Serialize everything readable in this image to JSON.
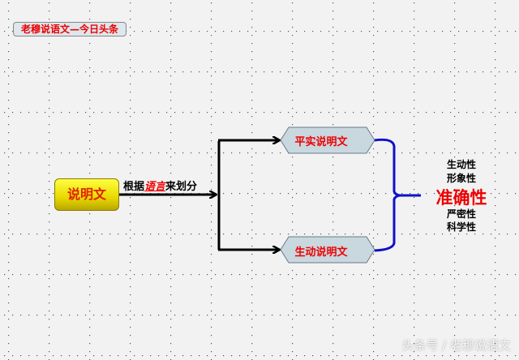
{
  "title": "老穆说语文—今日头条",
  "root": "说明文",
  "edge": {
    "prefix": "根据",
    "emph": "语言",
    "suffix": "来划分"
  },
  "children": [
    "平实说明文",
    "生动说明文"
  ],
  "features_top": [
    "生动性",
    "形象性"
  ],
  "feature_main": "准确性",
  "features_bottom": [
    "严密性",
    "科学性"
  ],
  "watermark": "头条号 / 老穆说语文",
  "colors": {
    "arrow": "#000000",
    "brace": "#1010c8",
    "text_red": "#e00000",
    "hex_fill": "#c9d7df"
  }
}
